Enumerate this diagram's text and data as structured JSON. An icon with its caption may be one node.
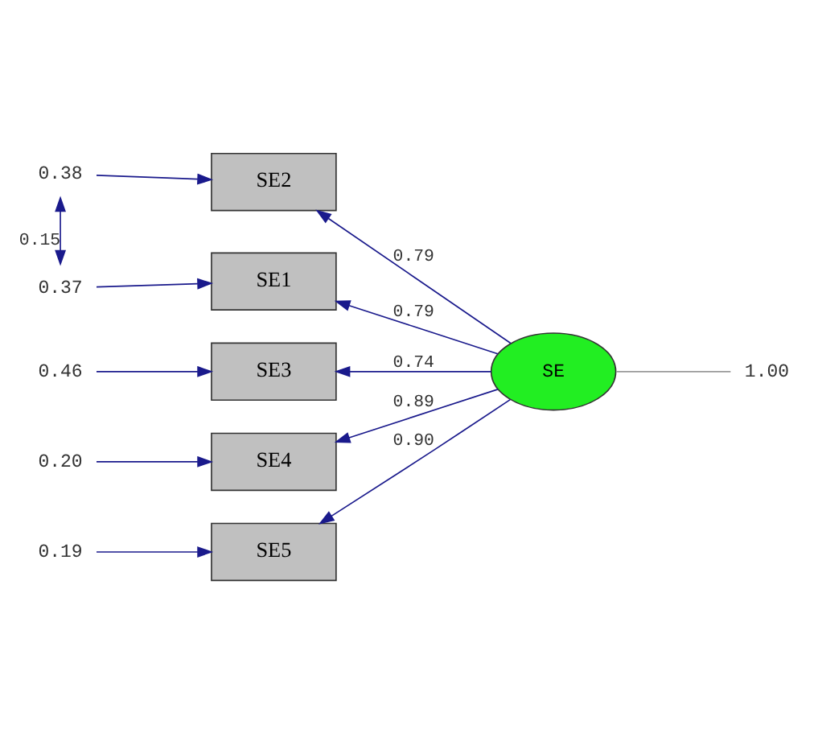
{
  "diagram": {
    "nodes": [
      {
        "text": [
          "SE1"
        ]
      },
      {
        "text": [
          "SE2"
        ]
      },
      {
        "text": [
          "SE3"
        ]
      },
      {
        "text": [
          "SE4"
        ]
      },
      {
        "text": [
          "SE5"
        ]
      },
      {
        "text": [
          "SE"
        ]
      },
      {
        "text": [
          "1.00"
        ]
      },
      {
        "text": [
          "0.37"
        ]
      },
      {
        "text": [
          "0.38"
        ]
      },
      {
        "text": [
          "0.46"
        ]
      },
      {
        "text": [
          "0.20"
        ]
      },
      {
        "text": [
          "0.19"
        ]
      }
    ],
    "edges": [
      {
        "from": 7,
        "to": 0,
        "arrow": "to"
      },
      {
        "from": 8,
        "to": 1,
        "arrow": "to"
      },
      {
        "from": 9,
        "to": 2,
        "arrow": "to"
      },
      {
        "from": 10,
        "to": 3,
        "arrow": "to"
      },
      {
        "from": 11,
        "to": 4,
        "arrow": "to"
      },
      {
        "from": 7,
        "to": 8,
        "arrow": "both",
        "label": "0.15"
      },
      {
        "from": 5,
        "to": 0,
        "arrow": "to",
        "label": "0.79"
      },
      {
        "from": 5,
        "to": 1,
        "arrow": "to",
        "label": "0.79"
      },
      {
        "from": 5,
        "to": 2,
        "arrow": "to",
        "label": "0.74"
      },
      {
        "from": 5,
        "to": 3,
        "arrow": "to",
        "label": "0.89"
      },
      {
        "from": 5,
        "to": 4,
        "arrow": "to",
        "label": "0.90"
      },
      {
        "from": 5,
        "to": 6,
        "arrow": "none",
        "color": "#999999"
      }
    ]
  }
}
